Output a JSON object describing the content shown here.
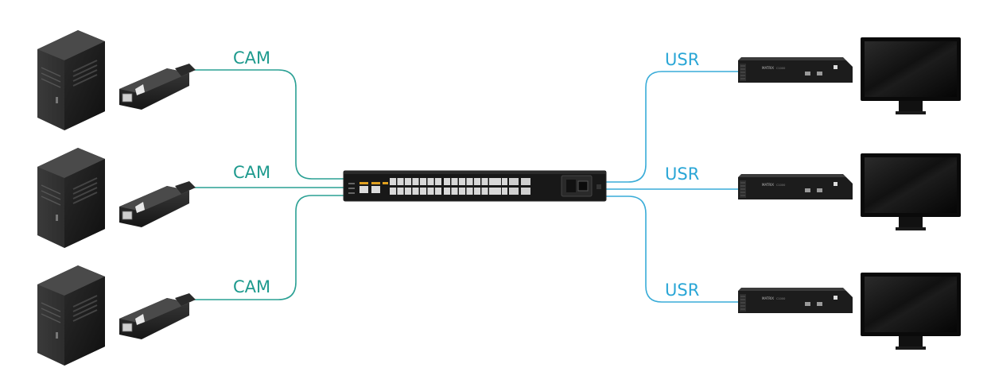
{
  "diagram": {
    "cam_labels": [
      "CAM",
      "CAM",
      "CAM"
    ],
    "usr_labels": [
      "USR",
      "USR",
      "USR"
    ],
    "extender_brand": "MATRIX",
    "extender_model": "C1000",
    "colors": {
      "cam_cable": "#2aa094",
      "usr_cable": "#39acd8",
      "device_dark": "#1c1c1c",
      "switch_body": "#181818",
      "port_amber": "#e0a020"
    }
  }
}
